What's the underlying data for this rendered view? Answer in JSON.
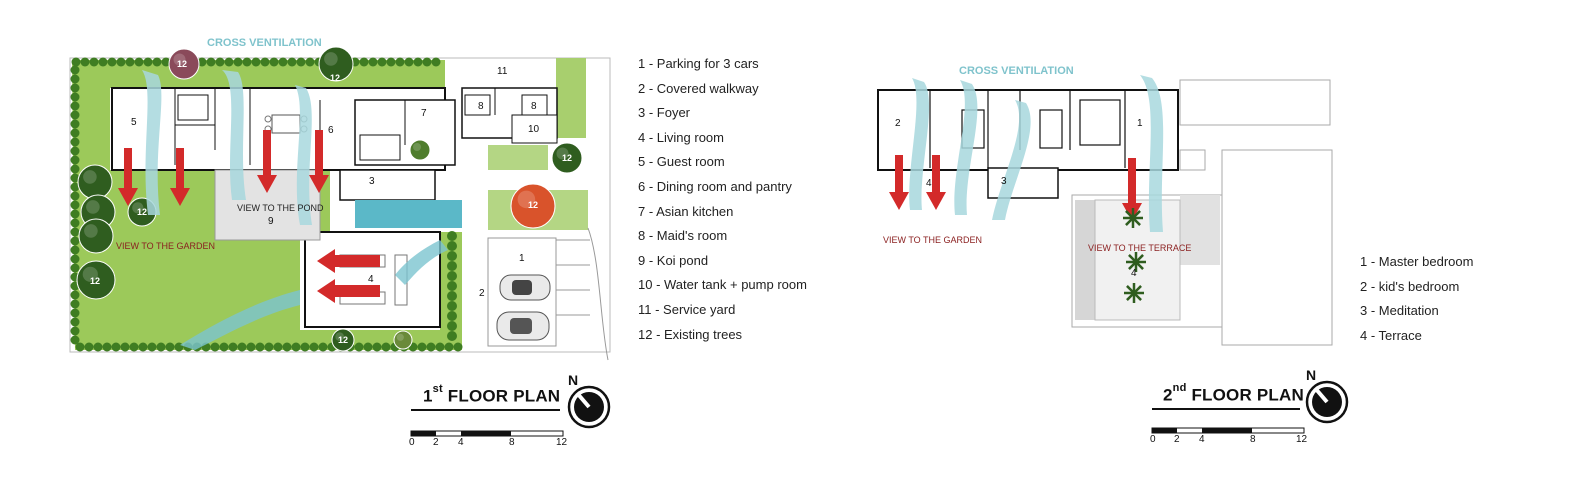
{
  "floor1": {
    "title_ordinal": "1",
    "title_suffix": "st",
    "title_text": "FLOOR PLAN",
    "north": "N",
    "cross_ventilation": "CROSS VENTILATION",
    "view_garden": "VIEW TO THE GARDEN",
    "view_pond": "VIEW TO THE POND",
    "room_numbers": [
      "5",
      "6",
      "7",
      "8",
      "8",
      "9",
      "10",
      "11",
      "3",
      "4",
      "1",
      "2"
    ],
    "tree_numbers": [
      "12",
      "12",
      "12",
      "12",
      "12",
      "12",
      "12"
    ],
    "scale_ticks": [
      "0",
      "2",
      "4",
      "8",
      "12"
    ],
    "legend": [
      "1 -  Parking for 3 cars",
      "2 -  Covered walkway",
      "3 -  Foyer",
      "4 -  Living room",
      "5 -  Guest room",
      "6 -  Dining room and pantry",
      "7 -  Asian kitchen",
      "8 -  Maid's room",
      "9 -  Koi pond",
      "10 -  Water tank + pump room",
      "11 - Service yard",
      "12 - Existing trees"
    ]
  },
  "floor2": {
    "title_ordinal": "2",
    "title_suffix": "nd",
    "title_text": "FLOOR PLAN",
    "north": "N",
    "cross_ventilation": "CROSS VENTILATION",
    "view_garden": "VIEW TO THE GARDEN",
    "view_terrace": "VIEW TO THE TERRACE",
    "room_numbers": [
      "2",
      "1",
      "4",
      "3",
      "4"
    ],
    "scale_ticks": [
      "0",
      "2",
      "4",
      "8",
      "12"
    ],
    "legend": [
      "1 - Master bedroom",
      "2 - kid's bedroom",
      "3 - Meditation",
      "4 - Terrace"
    ]
  },
  "colors": {
    "lawn": "#9cc95a",
    "hedge": "#3f7d22",
    "tree": "#2f5d1f",
    "flower_tree": "#d9532b",
    "water": "#5bb8c8",
    "airflow": "#a8d8de",
    "arrow": "#d32a2a",
    "wall": "#111111"
  }
}
